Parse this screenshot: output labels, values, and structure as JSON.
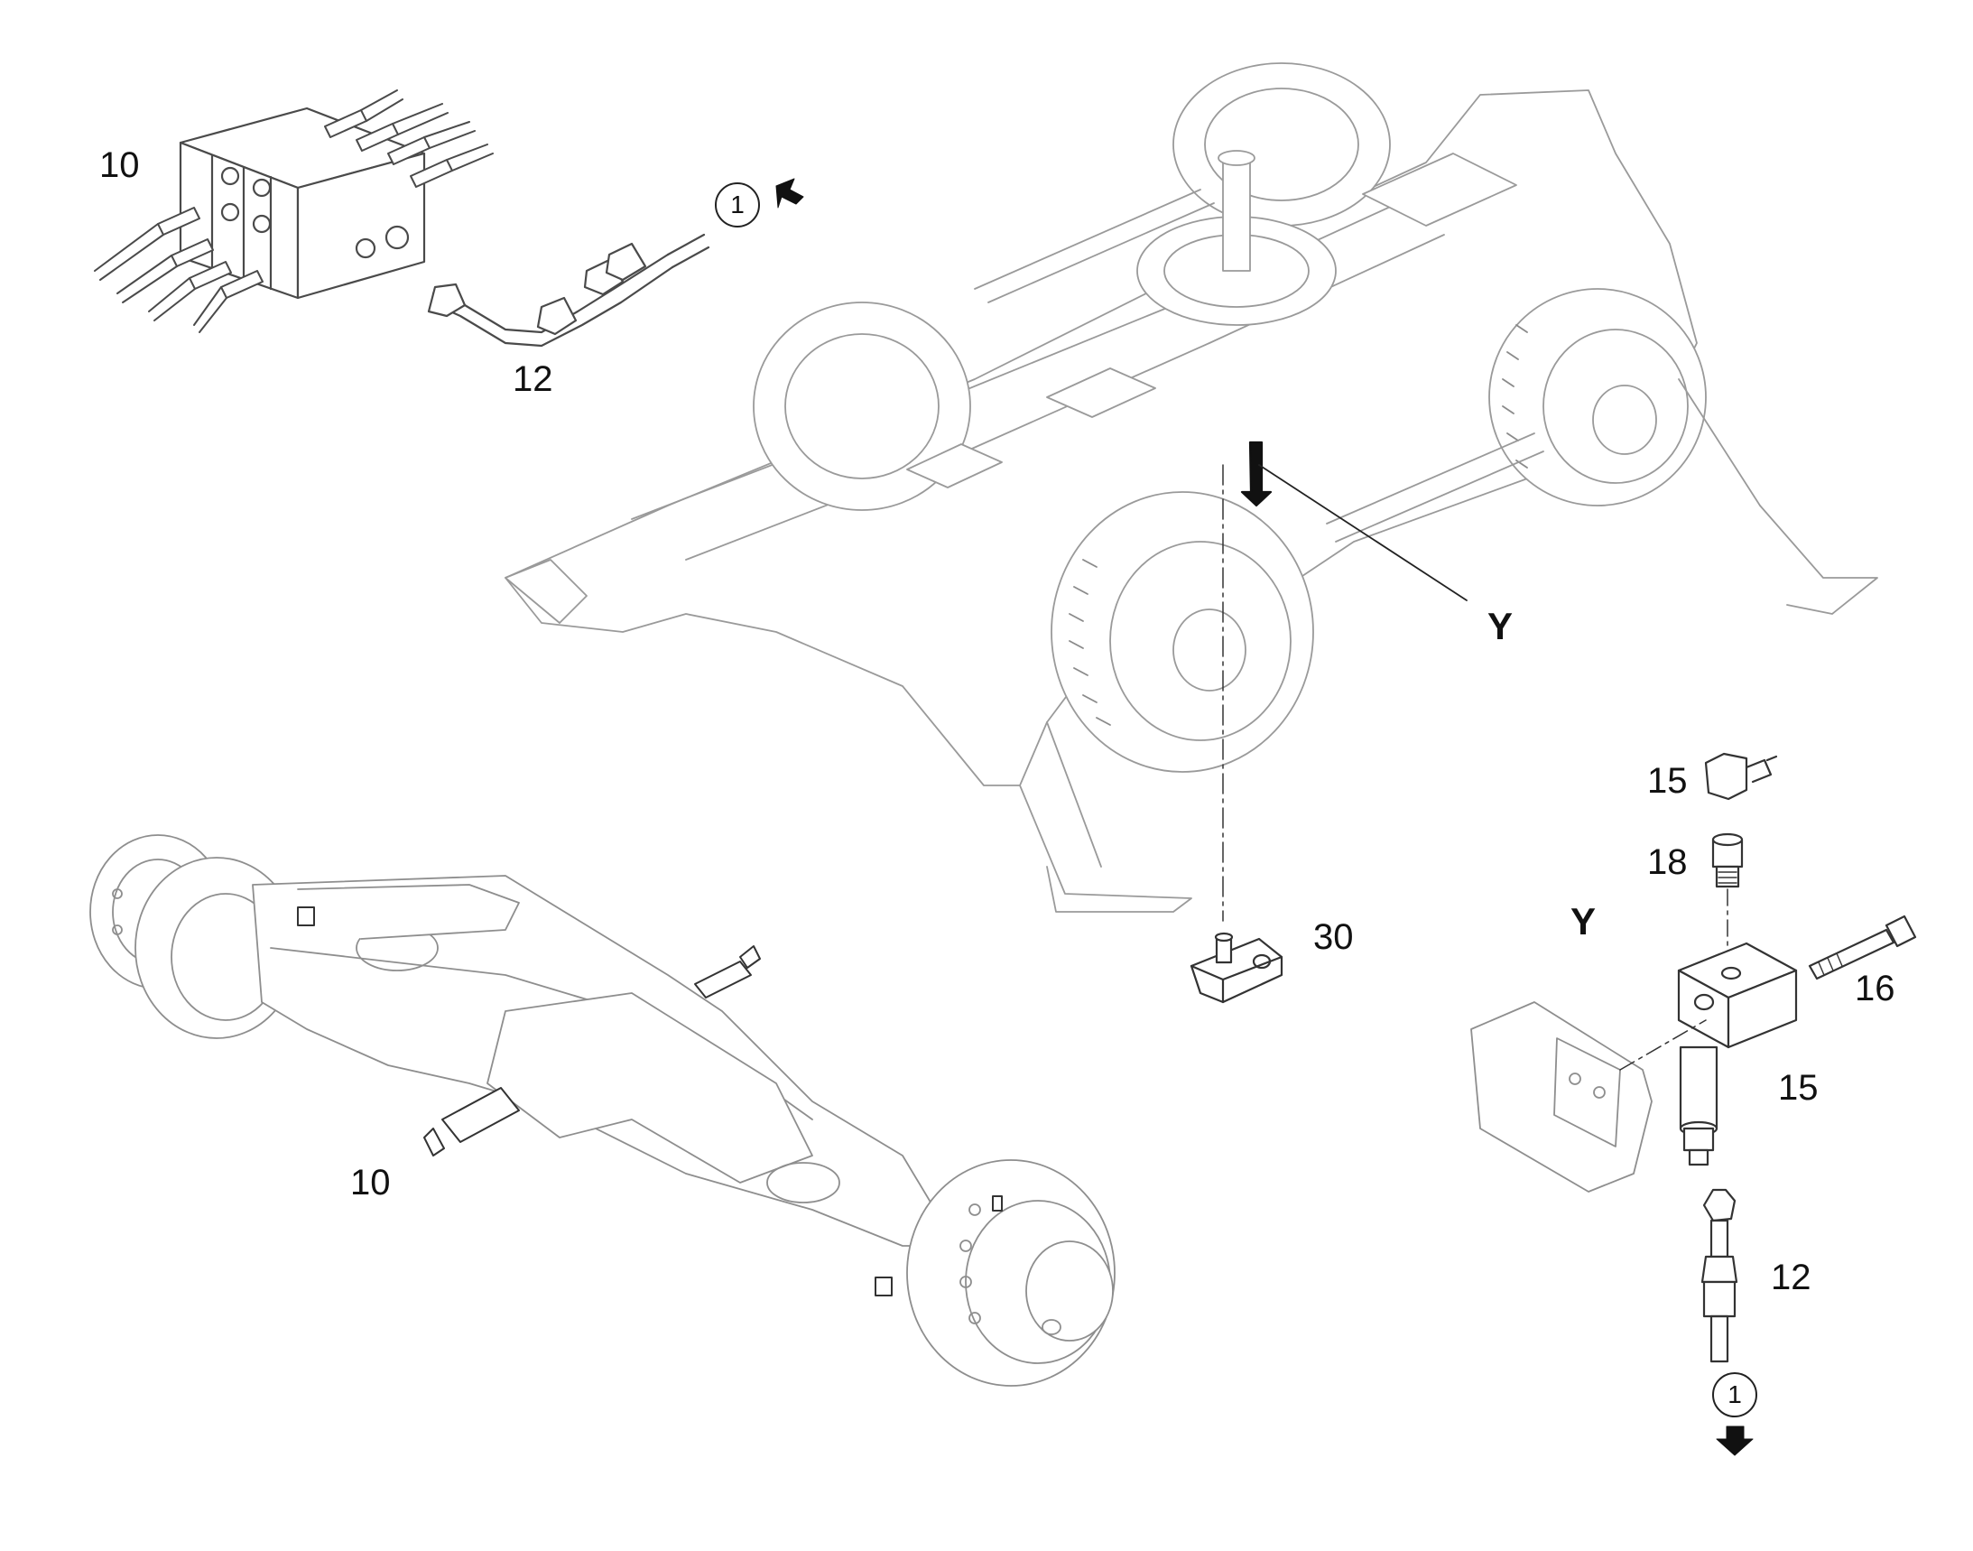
{
  "diagram": {
    "line_color": "#4a4a4a",
    "accent_color": "#111111",
    "callouts": {
      "distributor": "10",
      "pipe_top": "12",
      "axle": "10",
      "fitting_30": "30",
      "elbow_15_top": "15",
      "adapter_18": "18",
      "screw_16": "16",
      "fitting_15_lower": "15",
      "pipe_12_lower": "12"
    },
    "view_label": "Y",
    "view_label_detail": "Y",
    "circle_refs": {
      "top": "1",
      "bottom": "1"
    }
  }
}
